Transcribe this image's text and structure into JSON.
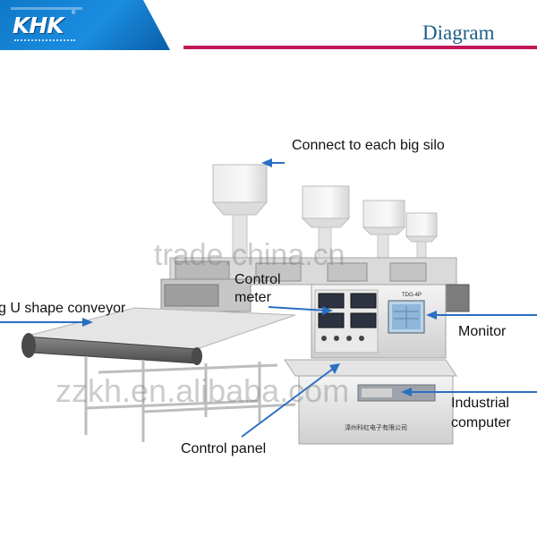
{
  "header": {
    "brand": "KHK",
    "trademark": "®",
    "title": "Diagram",
    "accent_color": "#1a8de0",
    "line_color": "#c2185b"
  },
  "labels": {
    "silo": "Connect to each big silo",
    "conveyor": "g U shape conveyor",
    "control_meter_line1": "Control",
    "control_meter_line2": "meter",
    "monitor": "Monitor",
    "computer_line1": "Industrial",
    "computer_line2": "computer",
    "control_panel": "Control panel"
  },
  "machine": {
    "panel_tag": "TDG-4P",
    "company_plate": "漳州科虹电子有限公司"
  },
  "watermarks": {
    "top": "trade.china.cn",
    "bottom": "zzkh.en.alibaba.com"
  },
  "arrow_color": "#2b6fc2"
}
